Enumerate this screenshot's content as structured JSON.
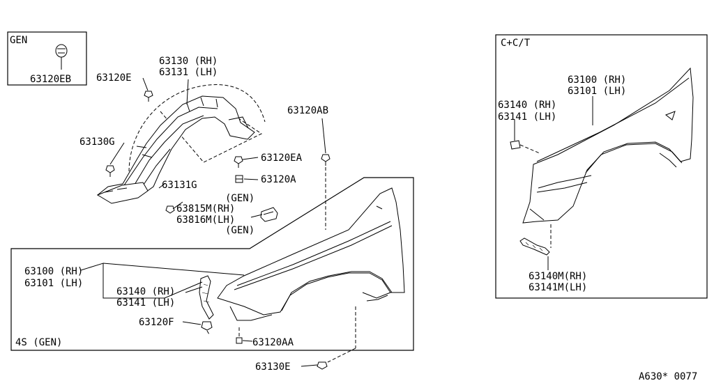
{
  "boxes": {
    "gen_header": "GEN",
    "sedan_header": "4S (GEN)",
    "coupe_header": "C+C/T"
  },
  "labels": {
    "p63120EB": "63120EB",
    "p63120E": "63120E",
    "p63130_rh": "63130 (RH)",
    "p63131_lh": "63131 (LH)",
    "p63120AB": "63120AB",
    "p63130G": "63130G",
    "p63120EA": "63120EA",
    "p63120A": "63120A",
    "p63131G": "63131G",
    "gen_top": "(GEN)",
    "p63815M_rh": "63815M(RH)",
    "p63816M_lh": "63816M(LH)",
    "gen_bottom": "(GEN)",
    "s63100_rh": "63100 (RH)",
    "s63101_lh": "63101 (LH)",
    "s63140_rh": "63140 (RH)",
    "s63141_lh": "63141 (LH)",
    "p63120F": "63120F",
    "p63120AA": "63120AA",
    "p63130E": "63130E",
    "c63100_rh": "63100 (RH)",
    "c63101_lh": "63101 (LH)",
    "c63140_rh": "63140 (RH)",
    "c63141_lh": "63141 (LH)",
    "c63140M_rh": "63140M(RH)",
    "c63141M_lh": "63141M(LH)"
  },
  "diagram_code": "A630* 0077"
}
